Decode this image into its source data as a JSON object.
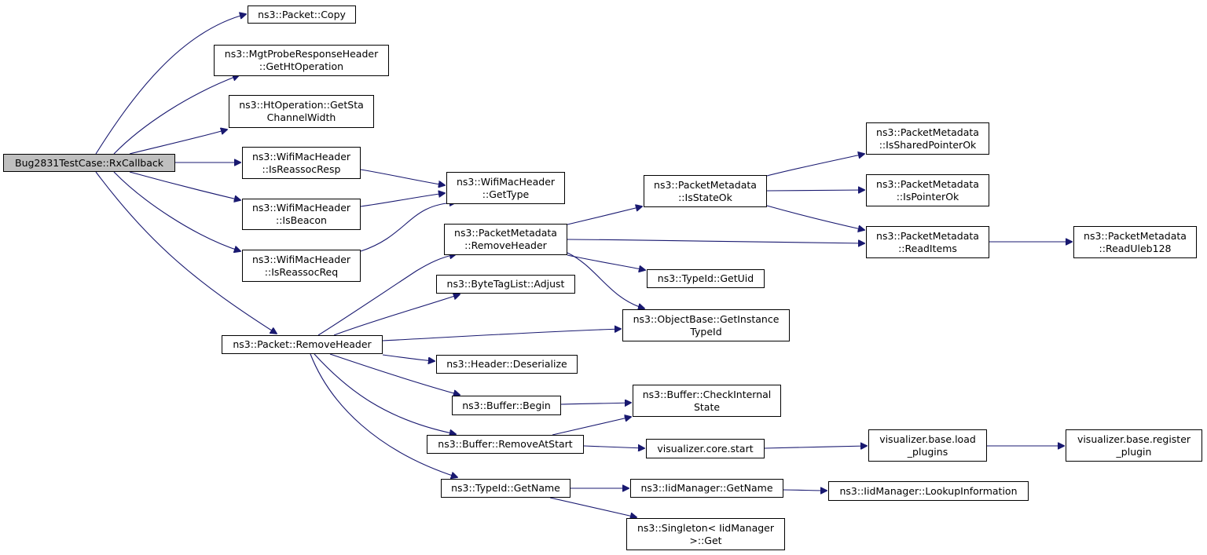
{
  "nodes": {
    "root": "Bug2831TestCase::RxCallback",
    "packet_copy": "ns3::Packet::Copy",
    "get_ht_operation": "ns3::MgtProbeResponseHeader\n::GetHtOperation",
    "get_sta_channel_width": "ns3::HtOperation::GetSta\nChannelWidth",
    "is_reassoc_resp": "ns3::WifiMacHeader\n::IsReassocResp",
    "is_beacon": "ns3::WifiMacHeader\n::IsBeacon",
    "is_reassoc_req": "ns3::WifiMacHeader\n::IsReassocReq",
    "get_type": "ns3::WifiMacHeader\n::GetType",
    "packet_remove_header": "ns3::Packet::RemoveHeader",
    "metadata_remove_header": "ns3::PacketMetadata\n::RemoveHeader",
    "byte_tag_adjust": "ns3::ByteTagList::Adjust",
    "get_instance_type_id": "ns3::ObjectBase::GetInstance\nTypeId",
    "header_deserialize": "ns3::Header::Deserialize",
    "buffer_begin": "ns3::Buffer::Begin",
    "buffer_remove_at_start": "ns3::Buffer::RemoveAtStart",
    "type_id_get_name": "ns3::TypeId::GetName",
    "is_state_ok": "ns3::PacketMetadata\n::IsStateOk",
    "type_id_get_uid": "ns3::TypeId::GetUid",
    "check_internal_state": "ns3::Buffer::CheckInternal\nState",
    "visualizer_core_start": "visualizer.core.start",
    "iid_manager_get_name": "ns3::IidManager::GetName",
    "singleton_get": "ns3::Singleton< IidManager\n>::Get",
    "is_shared_pointer_ok": "ns3::PacketMetadata\n::IsSharedPointerOk",
    "is_pointer_ok": "ns3::PacketMetadata\n::IsPointerOk",
    "read_items": "ns3::PacketMetadata\n::ReadItems",
    "read_uleb128": "ns3::PacketMetadata\n::ReadUleb128",
    "load_plugins": "visualizer.base.load\n_plugins",
    "register_plugin": "visualizer.base.register\n_plugin",
    "lookup_information": "ns3::IidManager::LookupInformation"
  },
  "colors": {
    "edge": "#191970",
    "root_fill": "#bfbfbf",
    "node_fill": "#ffffff",
    "node_border": "#000000"
  }
}
